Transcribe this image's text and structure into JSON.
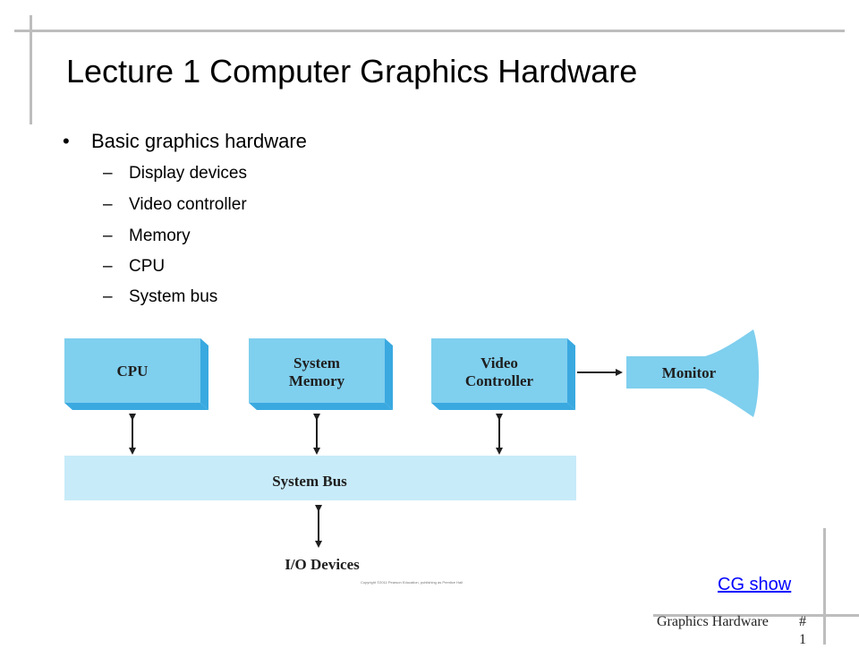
{
  "slide": {
    "title": "Lecture 1 Computer Graphics Hardware",
    "bullet": {
      "marker": "•",
      "text": "Basic graphics hardware"
    },
    "sub_items": [
      {
        "marker": "–",
        "text": "Display devices"
      },
      {
        "marker": "–",
        "text": "Video controller"
      },
      {
        "marker": "–",
        "text": "Memory"
      },
      {
        "marker": "–",
        "text": "CPU"
      },
      {
        "marker": "–",
        "text": "System bus"
      }
    ],
    "diagram": {
      "cpu": "CPU",
      "system_memory_line1": "System",
      "system_memory_line2": "Memory",
      "video_controller_line1": "Video",
      "video_controller_line2": "Controller",
      "monitor": "Monitor",
      "system_bus": "System Bus",
      "io_devices": "I/O Devices",
      "copyright": "Copyright ©2011 Pearson Education, publishing as Prentice Hall"
    },
    "link": "CG show",
    "footer": {
      "label": "Graphics Hardware",
      "page": "# 1"
    },
    "colors": {
      "box_fill": "#7fcfee",
      "box_shadow": "#3aa9e0",
      "bus_fill": "#c8ebf9",
      "monitor_fill": "#7fcfee",
      "link": "#0000ff",
      "frame": "#bdbdbd"
    }
  }
}
